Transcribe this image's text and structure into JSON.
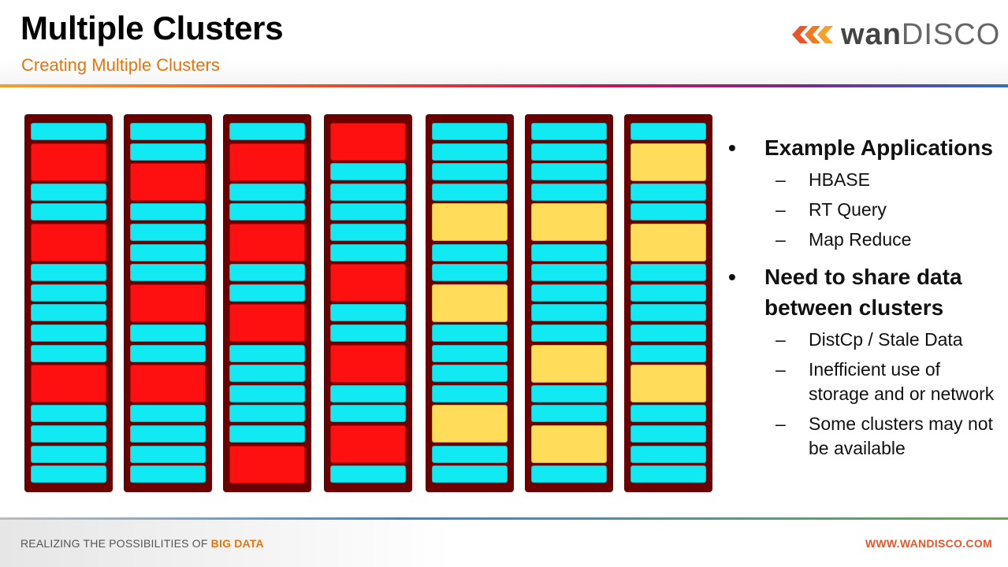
{
  "header": {
    "title": "Multiple Clusters",
    "subtitle": "Creating Multiple Clusters",
    "logo_wan": "wan",
    "logo_disco": "DISCO",
    "logo_icon": "wandisco-chevrons-icon"
  },
  "colors": {
    "accent": "#e8740c",
    "rack": "#6b0000",
    "cyan": "#12eaf3",
    "red": "#ff1010",
    "yellow": "#ffdc5a"
  },
  "racks": [
    [
      "cyan",
      "red",
      "cyan",
      "cyan",
      "red",
      "cyan",
      "cyan",
      "cyan",
      "cyan",
      "cyan",
      "red",
      "cyan",
      "cyan",
      "cyan",
      "cyan"
    ],
    [
      "cyan",
      "cyan",
      "red",
      "cyan",
      "cyan",
      "cyan",
      "cyan",
      "red",
      "cyan",
      "cyan",
      "red",
      "cyan",
      "cyan",
      "cyan",
      "cyan"
    ],
    [
      "cyan",
      "red",
      "cyan",
      "cyan",
      "red",
      "cyan",
      "cyan",
      "red",
      "cyan",
      "cyan",
      "cyan",
      "cyan",
      "cyan",
      "red"
    ],
    [
      "red",
      "cyan",
      "cyan",
      "cyan",
      "cyan",
      "cyan",
      "red",
      "cyan",
      "cyan",
      "red",
      "cyan",
      "cyan",
      "red",
      "cyan"
    ],
    [
      "cyan",
      "cyan",
      "cyan",
      "cyan",
      "yellow",
      "cyan",
      "cyan",
      "yellow",
      "cyan",
      "cyan",
      "cyan",
      "cyan",
      "yellow",
      "cyan",
      "cyan"
    ],
    [
      "cyan",
      "cyan",
      "cyan",
      "cyan",
      "yellow",
      "cyan",
      "cyan",
      "cyan",
      "cyan",
      "cyan",
      "yellow",
      "cyan",
      "cyan",
      "yellow",
      "cyan"
    ],
    [
      "cyan",
      "yellow",
      "cyan",
      "cyan",
      "yellow",
      "cyan",
      "cyan",
      "cyan",
      "cyan",
      "cyan",
      "yellow",
      "cyan",
      "cyan",
      "cyan",
      "cyan"
    ]
  ],
  "bullets": {
    "item1": {
      "heading": "Example Applications",
      "subs": [
        "HBASE",
        "RT Query",
        "Map Reduce"
      ]
    },
    "item2": {
      "heading": "Need to share data between clusters",
      "subs": [
        "DistCp / Stale Data",
        "Inefficient use of storage and  or network",
        "Some clusters may not be available"
      ]
    },
    "bullet_glyph": "•",
    "dash_glyph": "–"
  },
  "footer": {
    "left_prefix": "REALIZING THE POSSIBILITIES OF ",
    "left_strong": "BIG DATA",
    "right": "WWW.WANDISCO.COM"
  }
}
